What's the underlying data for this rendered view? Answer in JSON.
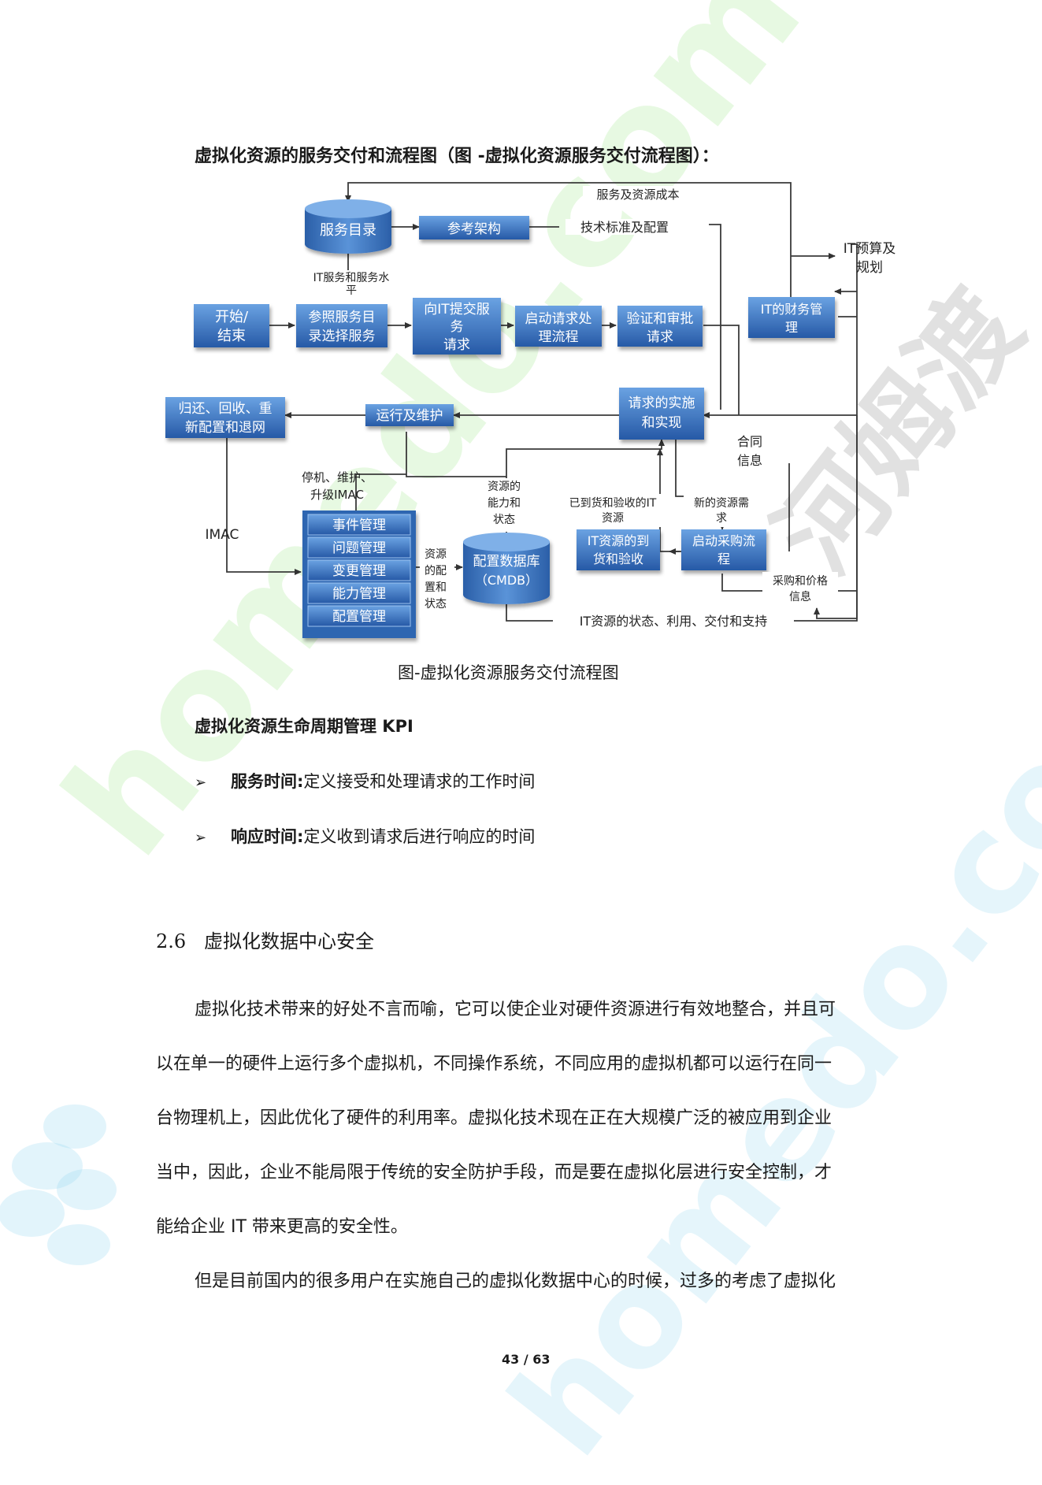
{
  "heading": "虚拟化资源的服务交付和流程图（图 -虚拟化资源服务交付流程图）：",
  "diagram": {
    "boxes": {
      "service_catalog": "服务目录",
      "ref_arch": "参考架构",
      "start_end": [
        "开始/",
        "结束"
      ],
      "choose_service": [
        "参照服务目",
        "录选择服务"
      ],
      "submit_request": [
        "向IT提交服",
        "务",
        "请求"
      ],
      "start_request_flow": [
        "启动请求处",
        "理流程"
      ],
      "verify_approve": [
        "验证和审批",
        "请求"
      ],
      "it_finance": [
        "IT的财务管",
        "理"
      ],
      "return_recycle": [
        "归还、回收、重",
        "新配置和退网"
      ],
      "ops_maintenance": "运行及维护",
      "request_impl": [
        "请求的实施",
        "和实现"
      ],
      "event_mgmt": "事件管理",
      "problem_mgmt": "问题管理",
      "change_mgmt": "变更管理",
      "capacity_mgmt": "能力管理",
      "config_mgmt": "配置管理",
      "cmdb": [
        "配置数据库",
        "（CMDB）"
      ],
      "it_receive": [
        "IT资源的到",
        "货和验收"
      ],
      "start_purchase": [
        "启动采购流",
        "程"
      ]
    },
    "labels": {
      "service_cost": "服务及资源成本",
      "tech_standard": "技术标准及配置",
      "it_budget": [
        "IT预算及",
        "规划"
      ],
      "it_service_level": [
        "IT服务和服务水",
        "平"
      ],
      "contract_info": [
        "合同",
        "信息"
      ],
      "shutdown_imac": [
        "停机、维护、",
        "升级IMAC"
      ],
      "resource_capability": [
        "资源的",
        "能力和",
        "状态"
      ],
      "received_it": [
        "已到货和验收的IT",
        "资源"
      ],
      "new_resource_demand": [
        "新的资源需",
        "求"
      ],
      "imac": "IMAC",
      "resource_config": [
        "资源",
        "的配",
        "置和",
        "状态"
      ],
      "purchase_price": [
        "采购和价格",
        "信息"
      ],
      "it_status": "IT资源的状态、利用、交付和支持"
    }
  },
  "caption": "图-虚拟化资源服务交付流程图",
  "kpi_heading": "虚拟化资源生命周期管理 KPI",
  "bullets": [
    {
      "term": "服务时间:",
      "text": "定义接受和处理请求的工作时间"
    },
    {
      "term": "响应时间:",
      "text": "定义收到请求后进行响应的时间"
    }
  ],
  "section_title": "2.6   虚拟化数据中心安全",
  "paragraph1": {
    "line1": "虚拟化技术带来的好处不言而喻，它可以使企业对硬件资源进行有效地整合，并且可",
    "line2": "以在单一的硬件上运行多个虚拟机，不同操作系统，不同应用的虚拟机都可以运行在同一",
    "line3": "台物理机上，因此优化了硬件的利用率。虚拟化技术现在正在大规模广泛的被应用到企业",
    "line4": "当中，因此，企业不能局限于传统的安全防护手段，而是要在虚拟化层进行安全控制，才",
    "line5": "能给企业 IT 带来更高的安全性。"
  },
  "paragraph2": "但是目前国内的很多用户在实施自己的虚拟化数据中心的时候，过多的考虑了虚拟化",
  "page_number": "43 / 63",
  "watermark": {
    "text1": "homedo.com",
    "text2": "homedo.com",
    "cn": "河姆渡"
  },
  "colors": {
    "box_top": "#5b93d6",
    "box_bottom": "#2a63ad",
    "line": "#3a3a3a",
    "watermark_green": "#b4eb96",
    "watermark_blue": "#9ad4f0"
  }
}
